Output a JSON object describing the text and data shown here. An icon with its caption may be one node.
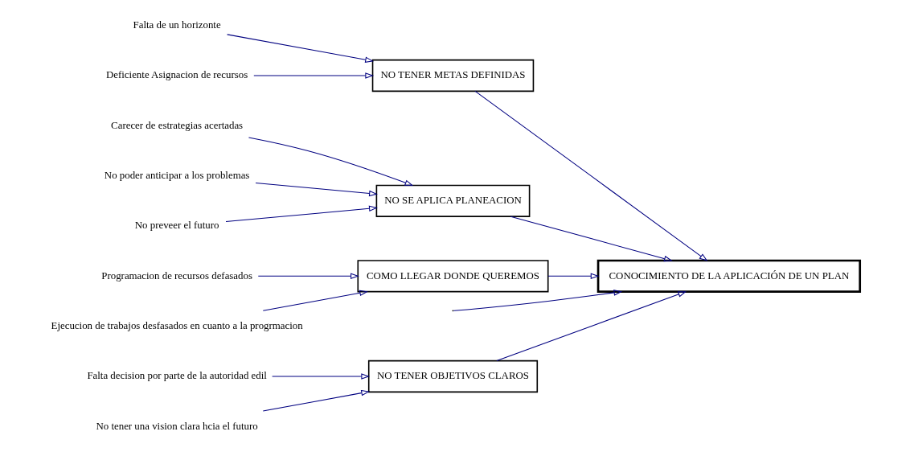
{
  "diagram": {
    "nodes": [
      {
        "text": [
          "NO TENER OBJETIVOS CLAROS"
        ]
      },
      {
        "text": [
          "Falta decision por parte de la autoridad edil"
        ]
      },
      {
        "text": [
          "No tener una vision clara hcia el futuro"
        ]
      },
      {
        "text": [
          "NO TENER METAS DEFINIDAS"
        ]
      },
      {
        "text": [
          "Falta de un horizonte"
        ]
      },
      {
        "text": [
          "Deficiente Asignacion de recursos"
        ]
      },
      {
        "text": [
          "CONOCIMIENTO DE LA APLICACIÓN DE UN PLAN"
        ]
      },
      {
        "text": [
          "NO SE APLICA PLANEACION"
        ]
      },
      {
        "text": [
          "Carecer de estrategias acertadas"
        ]
      },
      {
        "text": [
          "No poder anticipar a los problemas"
        ]
      },
      {
        "text": [
          "No preveer el futuro"
        ]
      },
      {
        "text": [
          "COMO LLEGAR DONDE QUEREMOS"
        ]
      },
      {
        "text": [
          "Programacion de recursos defasados"
        ]
      },
      {
        "text": [
          "Ejecucion de trabajos desfasados en cuanto a la progrmacion"
        ]
      }
    ],
    "edges": [
      {
        "from": null,
        "to": 6,
        "arrow": "to"
      },
      {
        "from": 0,
        "to": 6,
        "arrow": "to"
      },
      {
        "from": 3,
        "to": 6,
        "arrow": "to"
      },
      {
        "from": 7,
        "to": 6,
        "arrow": "to"
      },
      {
        "from": 11,
        "to": 6,
        "arrow": "to"
      },
      {
        "from": 1,
        "to": 0,
        "arrow": "to"
      },
      {
        "from": 2,
        "to": 0,
        "arrow": "to"
      },
      {
        "from": 4,
        "to": 3,
        "arrow": "to"
      },
      {
        "from": 5,
        "to": 3,
        "arrow": "to"
      },
      {
        "from": 8,
        "to": 7,
        "arrow": "to"
      },
      {
        "from": 9,
        "to": 7,
        "arrow": "to"
      },
      {
        "from": 10,
        "to": 7,
        "arrow": "to"
      },
      {
        "from": 12,
        "to": 11,
        "arrow": "to"
      },
      {
        "from": 13,
        "to": 11,
        "arrow": "to"
      }
    ]
  }
}
